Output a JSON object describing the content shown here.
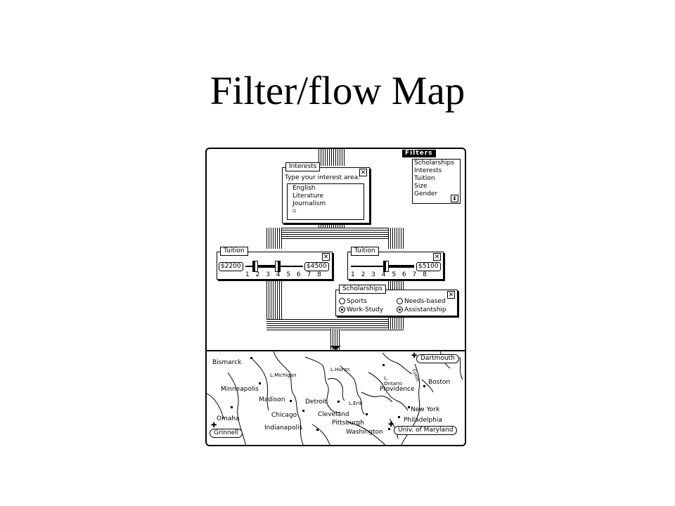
{
  "slide": {
    "title": "Filter/flow Map"
  },
  "filters_menu": {
    "title": "Filters",
    "items": [
      "Scholarships",
      "Interests",
      "Tuition",
      "Size",
      "Gender"
    ],
    "scroll_icon": "down-arrow-icon"
  },
  "interests_window": {
    "title": "Interests",
    "prompt": "Type your interest area:",
    "items": [
      "English",
      "Literature",
      "Journalism"
    ],
    "cursor": "▫"
  },
  "tuition_left": {
    "title": "Tuition",
    "min_value": "$2200",
    "max_value": "$4500",
    "ticks": "1 2 3 4 5 6 7 8"
  },
  "tuition_right": {
    "title": "Tuition",
    "max_value": "$5100",
    "ticks": "1 2 3 4 5 6 7 8"
  },
  "scholarships_window": {
    "title": "Scholarships",
    "options": [
      {
        "label": "Sports",
        "selected": false
      },
      {
        "label": "Needs-based",
        "selected": false
      },
      {
        "label": "Work-Study",
        "selected": true
      },
      {
        "label": "Assistantship",
        "selected": true
      }
    ]
  },
  "map": {
    "lakes": {
      "michigan": "L.Michigan",
      "huron": "L.Huron",
      "ontario": "L.\nOntario",
      "erie": "L.Erie"
    },
    "cities": {
      "bismarck": "Bismarck",
      "minneapolis": "Minneapolis",
      "madison": "Madison",
      "detroit": "Detroit",
      "chicago": "Chicago",
      "cleveland": "Cleveland",
      "pittsburgh": "Pittsburgh",
      "washington": "Washington",
      "omaha": "Omaha",
      "indianapolis": "Indianapolis",
      "providence": "Providence",
      "boston": "Boston",
      "new_york": "New York",
      "philadelphia": "Philadelphia",
      "conn": "Conn."
    },
    "results": {
      "dartmouth": "Dartmouth",
      "grinnell": "Grinnell",
      "maryland": "Univ. of Maryland"
    }
  }
}
